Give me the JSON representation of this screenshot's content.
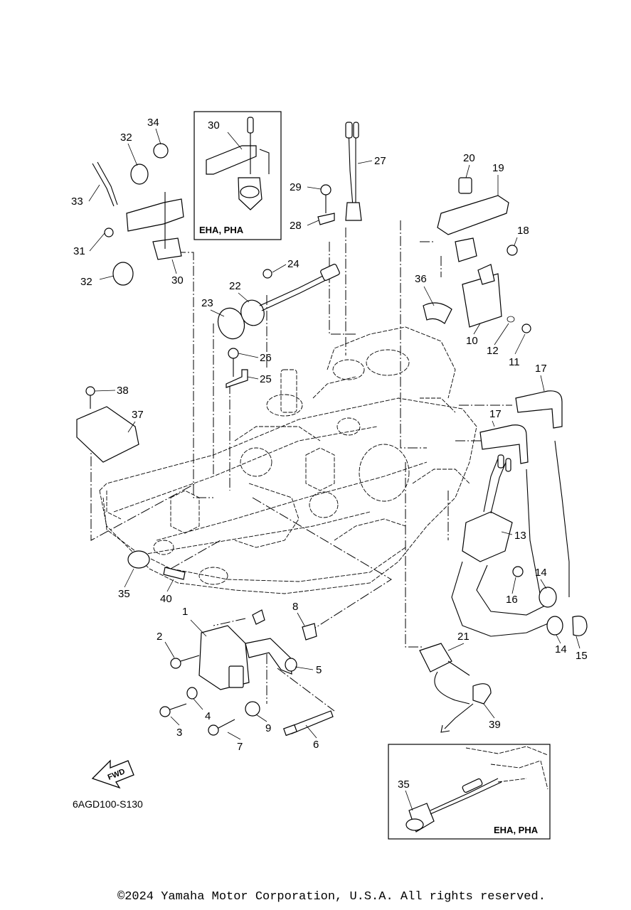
{
  "parts": [
    {
      "id": "1",
      "label": "1"
    },
    {
      "id": "2",
      "label": "2"
    },
    {
      "id": "3",
      "label": "3"
    },
    {
      "id": "4",
      "label": "4"
    },
    {
      "id": "5",
      "label": "5"
    },
    {
      "id": "6",
      "label": "6"
    },
    {
      "id": "7",
      "label": "7"
    },
    {
      "id": "8",
      "label": "8"
    },
    {
      "id": "9",
      "label": "9"
    },
    {
      "id": "10",
      "label": "10"
    },
    {
      "id": "11",
      "label": "11"
    },
    {
      "id": "12",
      "label": "12"
    },
    {
      "id": "13",
      "label": "13"
    },
    {
      "id": "14a",
      "label": "14"
    },
    {
      "id": "14b",
      "label": "14"
    },
    {
      "id": "15",
      "label": "15"
    },
    {
      "id": "16",
      "label": "16"
    },
    {
      "id": "17a",
      "label": "17"
    },
    {
      "id": "17b",
      "label": "17"
    },
    {
      "id": "18",
      "label": "18"
    },
    {
      "id": "19",
      "label": "19"
    },
    {
      "id": "20",
      "label": "20"
    },
    {
      "id": "21",
      "label": "21"
    },
    {
      "id": "22",
      "label": "22"
    },
    {
      "id": "23",
      "label": "23"
    },
    {
      "id": "24",
      "label": "24"
    },
    {
      "id": "25",
      "label": "25"
    },
    {
      "id": "26",
      "label": "26"
    },
    {
      "id": "27",
      "label": "27"
    },
    {
      "id": "28",
      "label": "28"
    },
    {
      "id": "29",
      "label": "29"
    },
    {
      "id": "30a",
      "label": "30"
    },
    {
      "id": "30b",
      "label": "30"
    },
    {
      "id": "31",
      "label": "31"
    },
    {
      "id": "32a",
      "label": "32"
    },
    {
      "id": "32b",
      "label": "32"
    },
    {
      "id": "33",
      "label": "33"
    },
    {
      "id": "34",
      "label": "34"
    },
    {
      "id": "35a",
      "label": "35"
    },
    {
      "id": "35b",
      "label": "35"
    },
    {
      "id": "36",
      "label": "36"
    },
    {
      "id": "37",
      "label": "37"
    },
    {
      "id": "38",
      "label": "38"
    },
    {
      "id": "39",
      "label": "39"
    },
    {
      "id": "40",
      "label": "40"
    }
  ],
  "insets": {
    "top": "EHA, PHA",
    "bottom": "EHA, PHA"
  },
  "fwd_label": "FWD",
  "diagram_code": "6AGD100-S130",
  "copyright": "©2024 Yamaha Motor Corporation, U.S.A. All rights reserved."
}
